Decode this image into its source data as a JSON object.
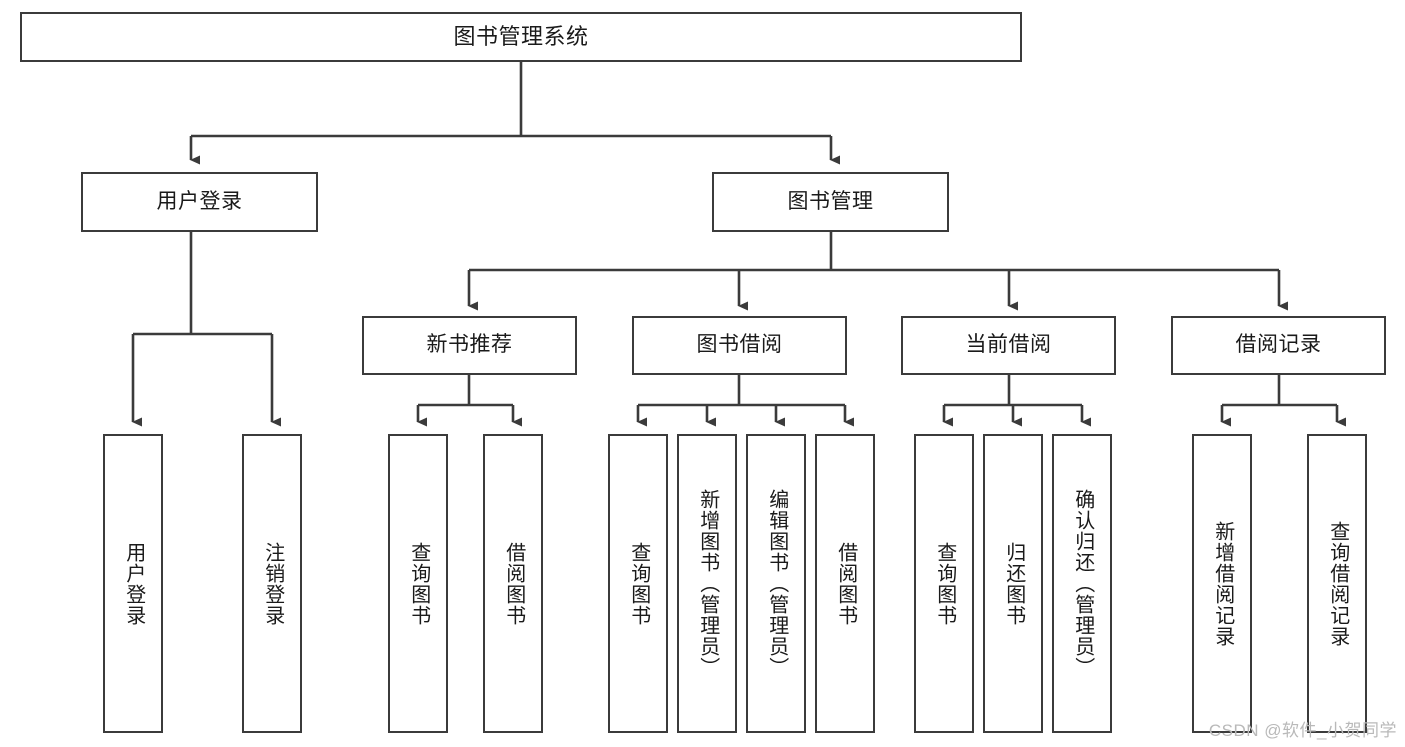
{
  "diagram": {
    "title": "图书管理系统",
    "watermark": "CSDN @软件_小贺同学",
    "colors": {
      "stroke": "#3b3b3b",
      "box_fill": "#ffffff",
      "text": "#1a1a1a",
      "watermark": "#b9b9b9",
      "background": "#ffffff"
    },
    "root": {
      "label": "图书管理系统"
    },
    "level1": [
      {
        "label": "用户登录"
      },
      {
        "label": "图书管理"
      }
    ],
    "level2": [
      {
        "label": "新书推荐"
      },
      {
        "label": "图书借阅"
      },
      {
        "label": "当前借阅"
      },
      {
        "label": "借阅记录"
      }
    ],
    "leaves": {
      "user_login": [
        {
          "label": "用户登录"
        },
        {
          "label": "注销登录"
        }
      ],
      "new_book_recommend": [
        {
          "label": "查询图书"
        },
        {
          "label": "借阅图书"
        }
      ],
      "book_borrow": [
        {
          "label": "查询图书"
        },
        {
          "label": "新增图书（管理员）"
        },
        {
          "label": "编辑图书（管理员）"
        },
        {
          "label": "借阅图书"
        }
      ],
      "current_borrow": [
        {
          "label": "查询图书"
        },
        {
          "label": "归还图书"
        },
        {
          "label": "确认归还（管理员）"
        }
      ],
      "borrow_record": [
        {
          "label": "新增借阅记录"
        },
        {
          "label": "查询借阅记录"
        }
      ]
    }
  }
}
